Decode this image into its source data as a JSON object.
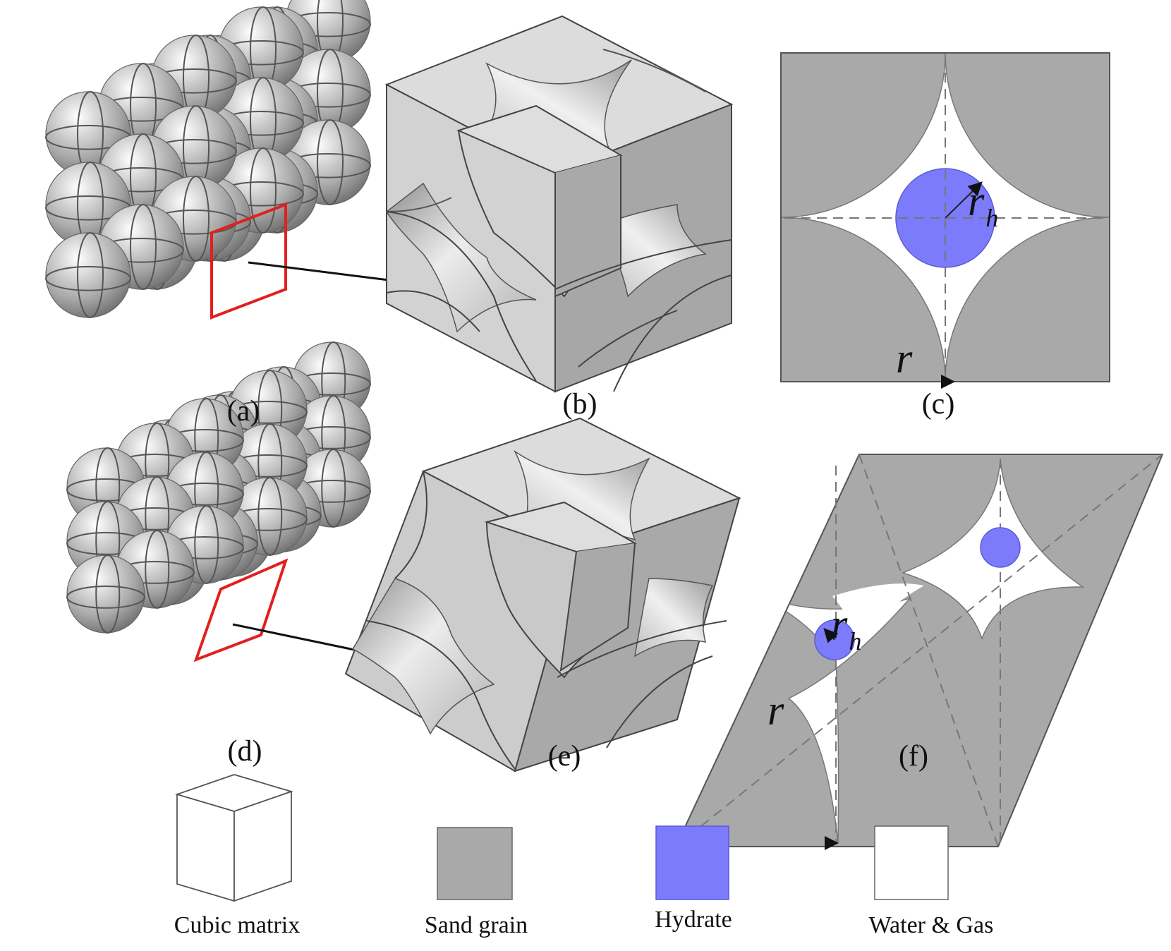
{
  "captions": {
    "a": "(a)",
    "b": "(b)",
    "c": "(c)",
    "d": "(d)",
    "e": "(e)",
    "f": "(f)"
  },
  "symbols": {
    "r": "r",
    "r_h_main": "r",
    "r_h_sub": "h"
  },
  "legend": [
    {
      "label": "Cubic matrix",
      "icon": "wire-cube-icon",
      "color": "#ffffff"
    },
    {
      "label": "Sand grain",
      "icon": "grey-square-swatch",
      "color": "#a9a9a9"
    },
    {
      "label": "Hydrate",
      "icon": "blue-square-swatch",
      "color": "#7b7bfb"
    },
    {
      "label": "Water & Gas",
      "icon": "white-square-swatch",
      "color": "#ffffff"
    }
  ],
  "colors": {
    "sand": "#a9a9a9",
    "sand_light": "#d6d6d6",
    "hydrate": "#7b7bfb",
    "pore": "#ffffff",
    "selection": "#e02020",
    "arrow": "#111111"
  }
}
